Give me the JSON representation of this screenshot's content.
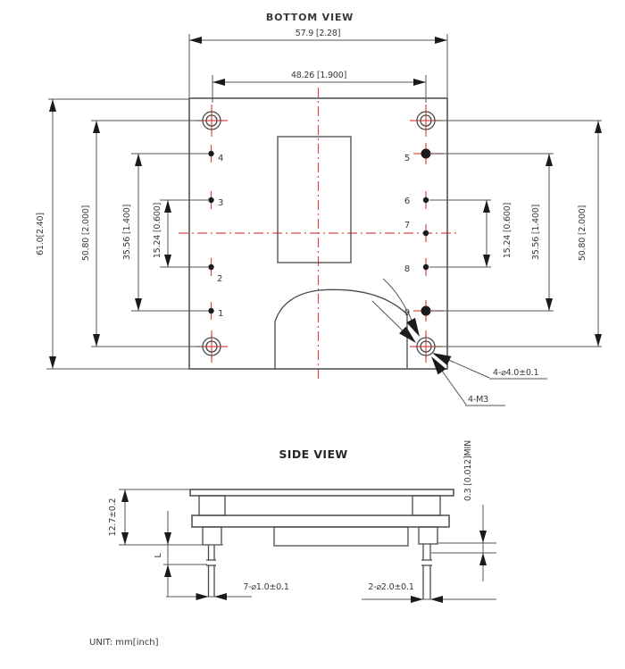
{
  "titles": {
    "bottom_view": "BOTTOM VIEW",
    "side_view": "SIDE VIEW",
    "unit_note": "UNIT: mm[inch]"
  },
  "bottom_view": {
    "dimensions": {
      "width_total": "57.9 [2.28]",
      "hole_span_horizontal": "48.26 [1.900]",
      "height_total": "61.0[2.40]",
      "hole_span_vertical": "50.80 [2.000]",
      "pin_span_vertical": "35.56 [1.400]",
      "pin_span_inner": "15.24 [0.600]"
    },
    "pins": [
      "1",
      "2",
      "3",
      "4",
      "5",
      "6",
      "7",
      "8",
      "9"
    ],
    "callouts": {
      "corner_hole_diameter": "4-⌀4.0±0.1",
      "corner_hole_thread": "4-M3"
    }
  },
  "side_view": {
    "dimensions": {
      "body_height": "12.7±0.2",
      "pin_length": "L",
      "standoff_clearance": "0.3 [0.012]MIN",
      "small_pin_diameter": "7-⌀1.0±0.1",
      "large_pin_diameter": "2-⌀2.0±0.1"
    }
  },
  "colors": {
    "line": "#4a4a4a",
    "dim": "#555555",
    "red": "#e04848",
    "arrow": "#1b1b1b",
    "text": "#383838",
    "bg": "#ffffff"
  }
}
